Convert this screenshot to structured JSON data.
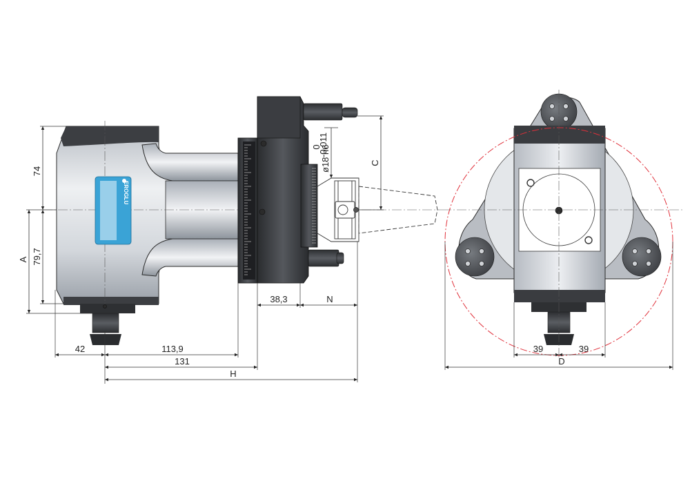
{
  "dimensions": {
    "d74": "74",
    "d79_7": "79,7",
    "dA": "A",
    "dC": "C",
    "dN": "N",
    "d38_3": "38,3",
    "d42": "42",
    "d113_9": "113,9",
    "d131": "131",
    "dH": "H",
    "d39_left": "39",
    "d39_right": "39",
    "dD": "D",
    "shaft": "ø18 h6",
    "tol_upper": "0",
    "tol_lower": "-0,011"
  },
  "label_plate": {
    "brand": "EROGLU"
  },
  "colors": {
    "body_light": "#d9dde2",
    "body_dark": "#3a3c40",
    "plate_blue": "#3aa3d6",
    "circle_red": "#e0303a"
  }
}
